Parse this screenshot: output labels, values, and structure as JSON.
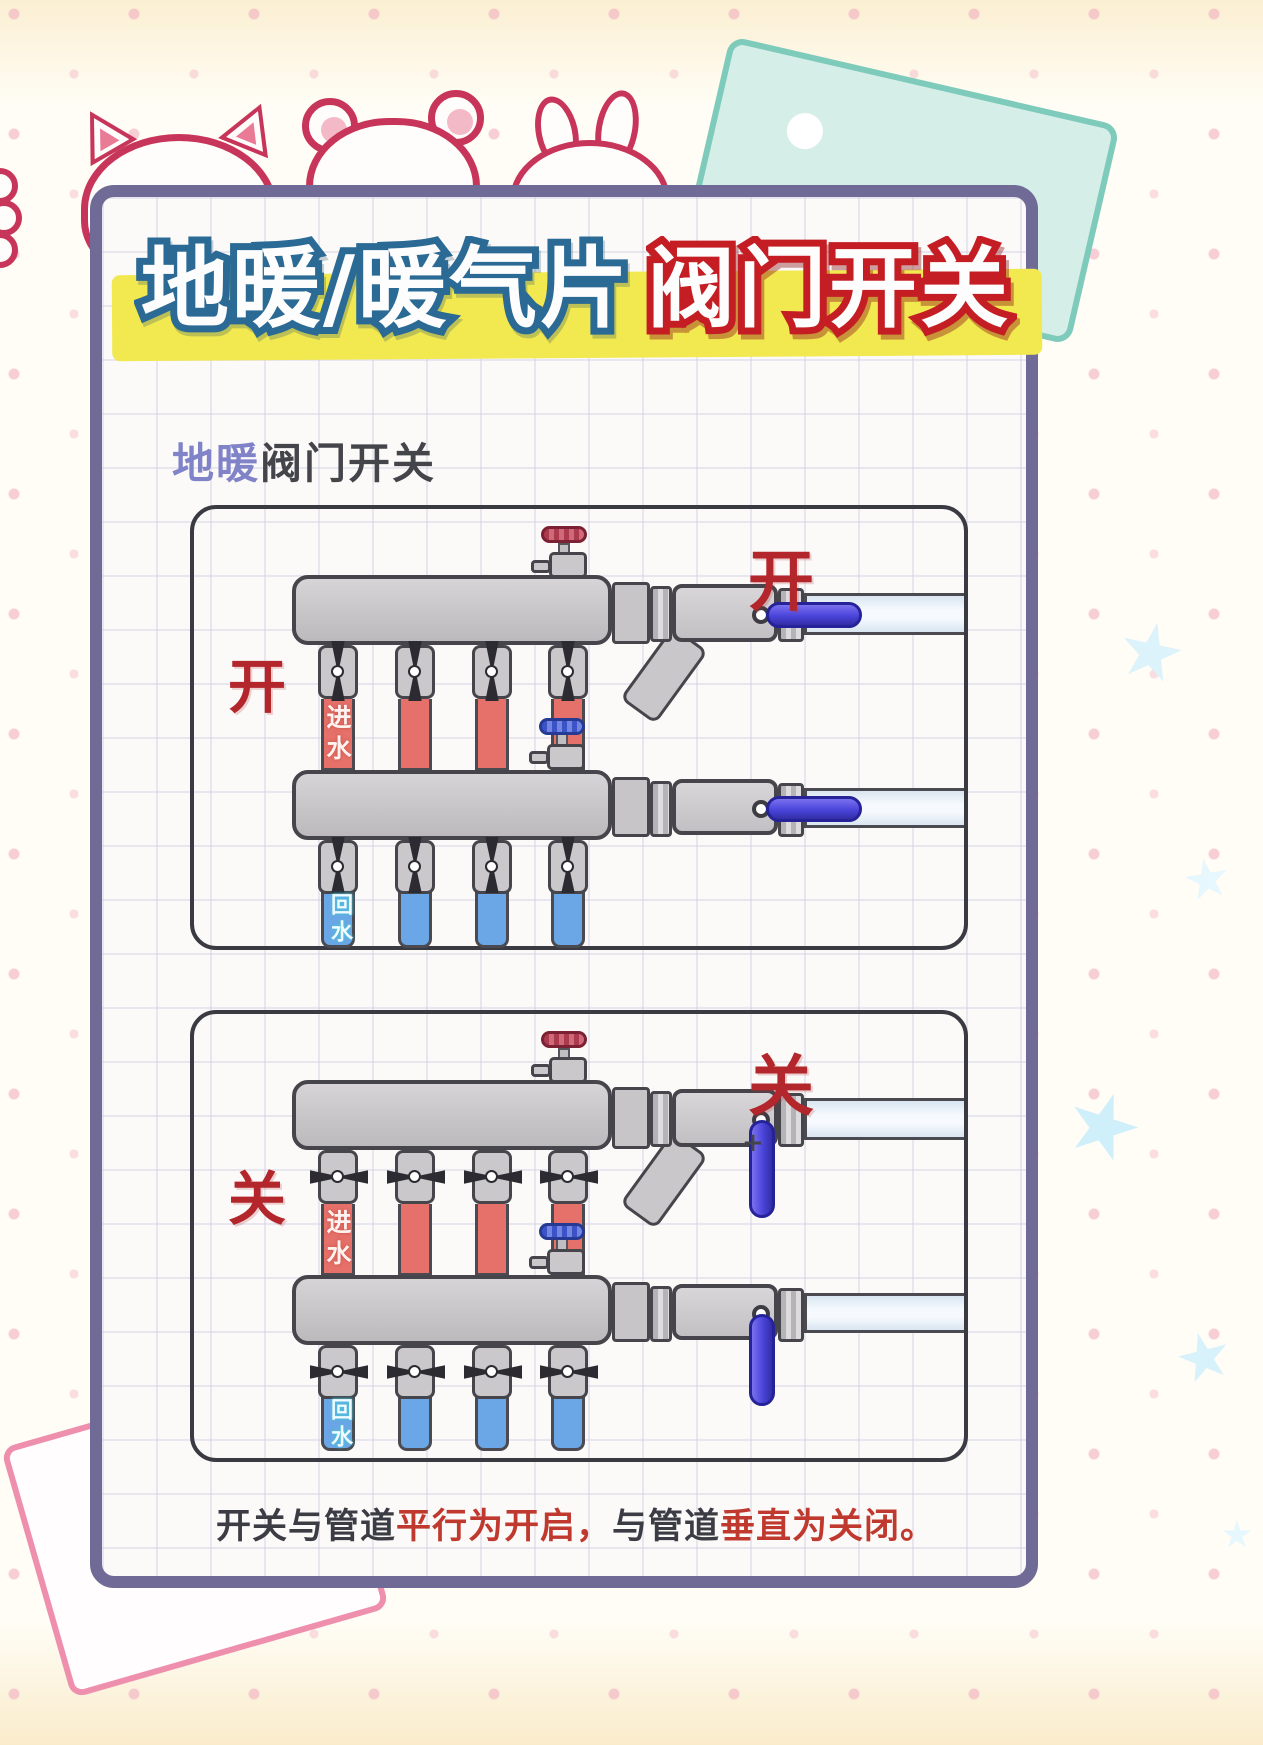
{
  "title": {
    "part1": "地暖/暖气片",
    "part2": "阀门开关"
  },
  "subtitle": {
    "highlight": "地暖",
    "rest": "阀门开关"
  },
  "diagrams": {
    "open": {
      "corner_label": "开",
      "side_label": "开",
      "supply_label": "进水",
      "return_label": "回水"
    },
    "closed": {
      "corner_label": "关",
      "side_label": "关",
      "supply_label": "进水",
      "return_label": "回水"
    }
  },
  "caption": {
    "seg1": "开关与管道",
    "seg2": "平行为开启，",
    "seg3": "与管道",
    "seg4": "垂直为关闭。"
  },
  "stray": {
    "mark": "+"
  },
  "colors": {
    "card_border_purple": "#6f6b96",
    "highlight_yellow": "#f1e94f",
    "title_blue_outline": "#2a6a94",
    "title_red_outline": "#c41e24",
    "label_red": "#b2262c",
    "handle_blue": "#4a44da",
    "supply_pipe_red": "#e6716a",
    "return_pipe_blue": "#6ba6e6",
    "decoration_crimson": "#c8355a",
    "decoration_teal": "#7ecabb",
    "decoration_pink": "#ef8fae",
    "star_cyan": "#cfeefa"
  }
}
